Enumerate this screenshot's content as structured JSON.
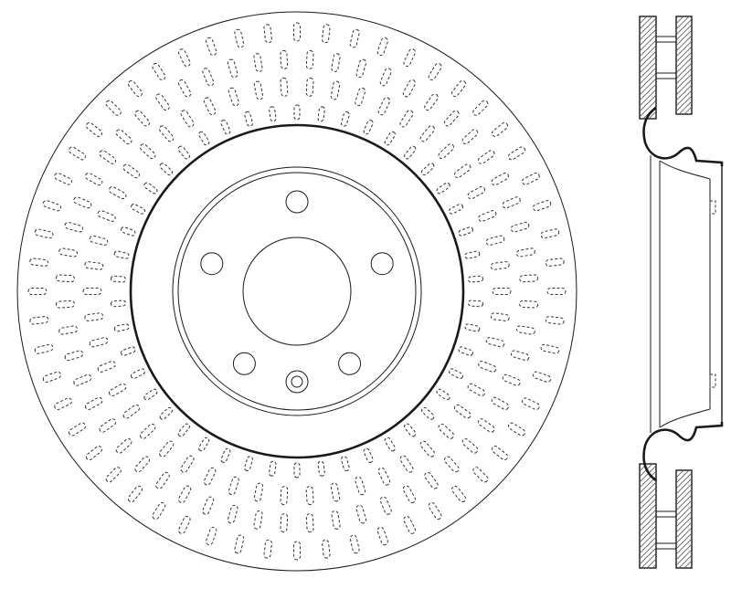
{
  "drawing": {
    "front_view": {
      "lug_holes": 5,
      "pin_holes": 1,
      "vent_slot_rows": 4
    },
    "side_view": {
      "type": "vented cross-section"
    }
  }
}
